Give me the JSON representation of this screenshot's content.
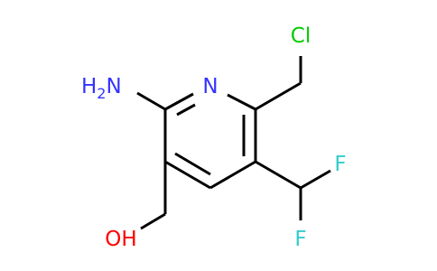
{
  "molecule": {
    "atoms": {
      "nh2": {
        "main": "H",
        "sub": "2",
        "tail": "N"
      },
      "n": "N",
      "cl": "Cl",
      "f1": "F",
      "f2": "F",
      "oh": "OH"
    },
    "colors": {
      "bond": "#000000",
      "nitrogen": "#3333ff",
      "chlorine": "#00cc00",
      "fluorine": "#33cccc",
      "oxygen": "#ff0000"
    }
  }
}
